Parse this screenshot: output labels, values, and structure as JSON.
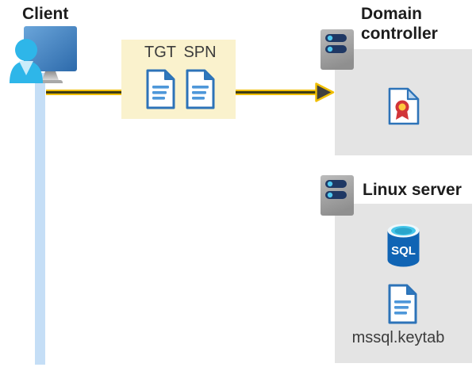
{
  "client": {
    "label": "Client",
    "icon": "monitor-user-icon"
  },
  "connection_line": {
    "color": "#c5def6"
  },
  "arrow": {
    "direction": "right",
    "color": "#f0be00",
    "stripe_color": "#3e3d15",
    "head_color": "#404040"
  },
  "ticket_box": {
    "background": "#faf2cd",
    "tgt_label": "TGT",
    "spn_label": "SPN",
    "tgt_icon": "document-icon",
    "spn_icon": "document-icon"
  },
  "domain_controller": {
    "label": "Domain controller",
    "panel_color": "#e4e4e4",
    "server_icon": "server-icon",
    "content_icon": "certificate-icon"
  },
  "linux_server": {
    "label": "Linux server",
    "panel_color": "#e4e4e4",
    "server_icon": "server-icon",
    "sql_icon": "sql-database-icon",
    "sql_label": "SQL",
    "keytab_icon": "document-icon",
    "keytab_label": "mssql.keytab"
  }
}
